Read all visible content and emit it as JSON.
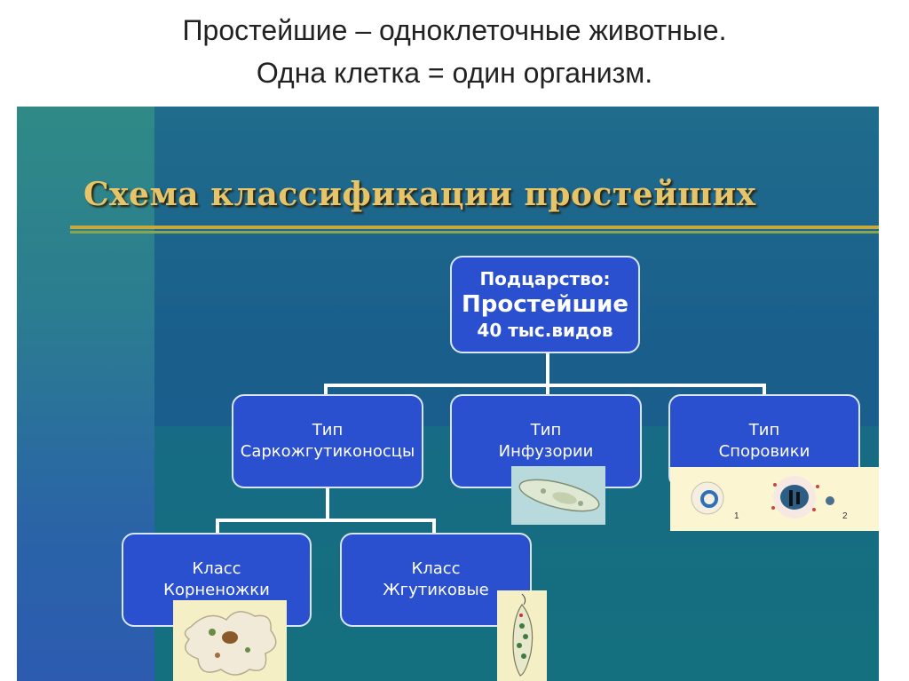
{
  "page": {
    "title_line1": "Простейшие – одноклеточные животные.",
    "title_line2": "Одна клетка = один организм."
  },
  "slide": {
    "heading": "Схема классификации простейших"
  },
  "root": {
    "line1": "Подцарство:",
    "line2": "Простейшие",
    "line3": "40 тыс.видов"
  },
  "types": [
    {
      "line1": "Тип",
      "line2": "Саркожгутиконосцы"
    },
    {
      "line1": "Тип",
      "line2": "Инфузории"
    },
    {
      "line1": "Тип",
      "line2": "Споровики"
    }
  ],
  "classes": [
    {
      "line1": "Класс",
      "line2": "Корненожки"
    },
    {
      "line1": "Класс",
      "line2": "Жгутиковые"
    }
  ],
  "illustrations": {
    "ciliate": "paramecium-illustration",
    "sporozoa": "sporozoa-illustration",
    "amoeba": "amoeba-illustration",
    "flagellate": "euglena-illustration",
    "sporozoa_labels": [
      "1",
      "2"
    ]
  },
  "colors": {
    "node_fill": "#2a4fcf",
    "node_border": "#d7e6f5",
    "heading": "#e6c46a"
  }
}
